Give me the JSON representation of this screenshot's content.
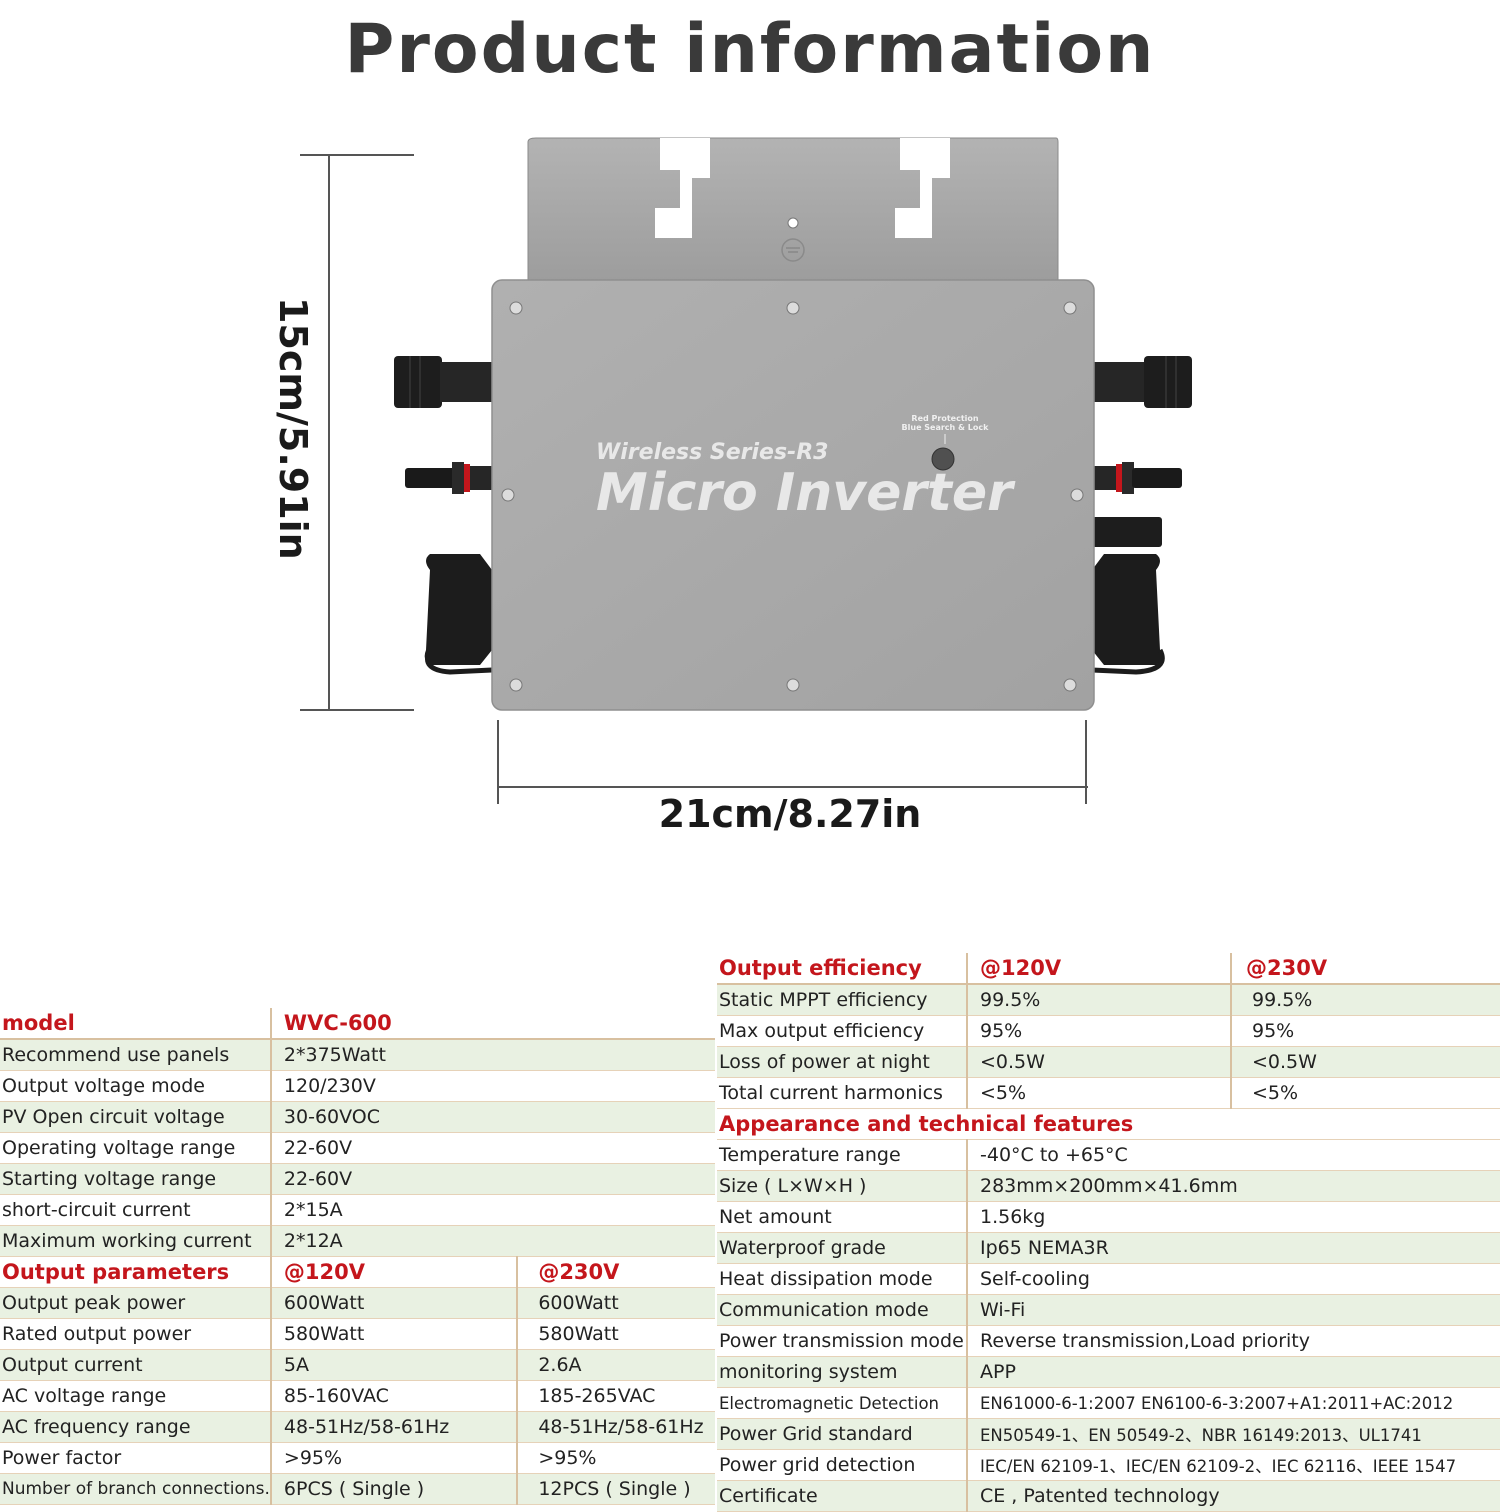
{
  "title": "Product information",
  "device": {
    "series": "Wireless Series-R3",
    "name": "Micro Inverter",
    "led_line1": "Red Protection",
    "led_line2": "Blue Search & Lock",
    "height_label": "15cm/5.91in",
    "width_label": "21cm/8.27in",
    "body_color": "#a9a9a9",
    "label_color": "#c4161c"
  },
  "left_table": {
    "model": {
      "label": "model",
      "value": "WVC-600"
    },
    "input_rows": [
      {
        "label": "Recommend use panels",
        "value": "2*375Watt"
      },
      {
        "label": "Output voltage mode",
        "value": "120/230V"
      },
      {
        "label": "PV Open circuit voltage",
        "value": "30-60VOC"
      },
      {
        "label": "Operating voltage range",
        "value": "22-60V"
      },
      {
        "label": "Starting voltage range",
        "value": "22-60V"
      },
      {
        "label": "short-circuit current",
        "value": "2*15A"
      },
      {
        "label": "Maximum working current",
        "value": "2*12A"
      }
    ],
    "output_header": {
      "label": "Output parameters",
      "v120": "@120V",
      "v230": "@230V"
    },
    "output_rows": [
      {
        "label": "Output peak power",
        "v120": "600Watt",
        "v230": "600Watt"
      },
      {
        "label": "Rated output power",
        "v120": "580Watt",
        "v230": "580Watt"
      },
      {
        "label": "Output current",
        "v120": "5A",
        "v230": "2.6A"
      },
      {
        "label": "AC voltage range",
        "v120": "85-160VAC",
        "v230": "185-265VAC"
      },
      {
        "label": "AC frequency range",
        "v120": "48-51Hz/58-61Hz",
        "v230": "48-51Hz/58-61Hz"
      },
      {
        "label": "Power factor",
        "v120": ">95%",
        "v230": ">95%"
      },
      {
        "label": "Number of branch connections.",
        "v120": "6PCS ( Single )",
        "v230": "12PCS ( Single )"
      }
    ]
  },
  "right_table": {
    "efficiency_header": {
      "label": "Output efficiency",
      "v120": "@120V",
      "v230": "@230V"
    },
    "efficiency_rows": [
      {
        "label": "Static MPPT efficiency",
        "v120": "99.5%",
        "v230": "99.5%"
      },
      {
        "label": "Max output efficiency",
        "v120": "95%",
        "v230": "95%"
      },
      {
        "label": "Loss of power at night",
        "v120": "<0.5W",
        "v230": "<0.5W"
      },
      {
        "label": "Total current harmonics",
        "v120": "<5%",
        "v230": "<5%"
      }
    ],
    "features_header": "Appearance and technical features",
    "features_rows": [
      {
        "label": "Temperature range",
        "value": "-40°C to +65°C"
      },
      {
        "label": "Size ( L×W×H )",
        "value": "283mm×200mm×41.6mm"
      },
      {
        "label": "Net amount",
        "value": "1.56kg"
      },
      {
        "label": "Waterproof grade",
        "value": "Ip65 NEMA3R"
      },
      {
        "label": "Heat dissipation mode",
        "value": "Self-cooling"
      },
      {
        "label": "Communication mode",
        "value": "Wi-Fi"
      },
      {
        "label": "Power transmission mode",
        "value": "Reverse transmission,Load priority"
      },
      {
        "label": "monitoring system",
        "value": "APP"
      },
      {
        "label": "Electromagnetic Detection",
        "value": "EN61000-6-1:2007 EN6100-6-3:2007+A1:2011+AC:2012"
      },
      {
        "label": "Power Grid standard",
        "value": "EN50549-1、EN 50549-2、NBR 16149:2013、UL1741"
      },
      {
        "label": "Power grid detection",
        "value": "IEC/EN 62109-1、IEC/EN 62109-2、IEC 62116、IEEE 1547"
      },
      {
        "label": "Certificate",
        "value": "CE , Patented technology"
      }
    ]
  }
}
